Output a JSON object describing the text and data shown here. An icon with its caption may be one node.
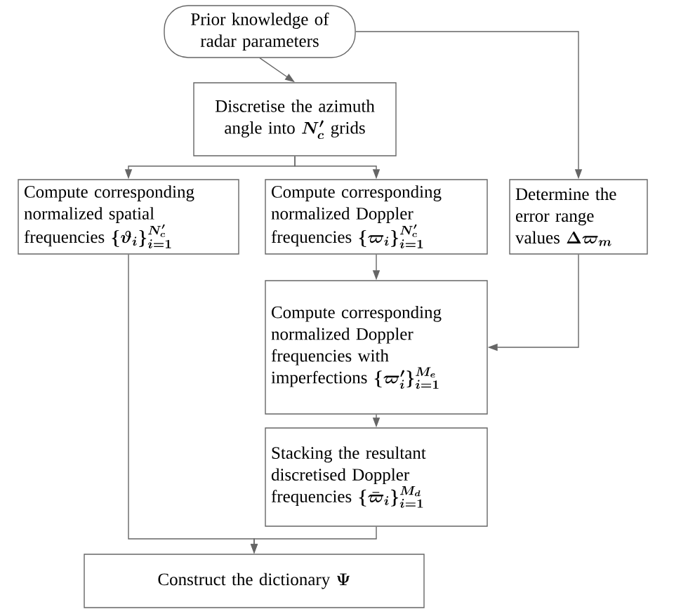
{
  "diagram": {
    "nodes": [
      {
        "text": [
          "Prior knowledge of radar parameters"
        ]
      },
      {
        "text": [
          "Discretise the azimuth angle into",
          "N'_c",
          "grids"
        ]
      },
      {
        "text": [
          "Compute corresponding normalized spatial frequencies",
          "\\{\\vartheta_i\\}_{i=1}^{N'_c}"
        ]
      },
      {
        "text": [
          "Compute corresponding normalized Doppler frequencies",
          "\\{\\varpi_i\\}_{i=1}^{N'_c}"
        ]
      },
      {
        "text": [
          "Determine the error range values",
          "\\Delta\\varpi_m"
        ]
      },
      {
        "text": [
          "Compute corresponding normalized Doppler frequencies with imperfections",
          "\\{\\varpi'_i\\}_{i=1}^{M_e}"
        ]
      },
      {
        "text": [
          "Stacking the resultant discretised Doppler frequencies",
          "\\{\\bar{\\varpi}_i\\}_{i=1}^{M_d}"
        ]
      },
      {
        "text": [
          "Construct the dictionary",
          "\\Psi"
        ]
      }
    ],
    "edges": [
      {
        "from": 0,
        "to": 1,
        "arrow": "to"
      },
      {
        "from": 1,
        "to": 2,
        "arrow": "to"
      },
      {
        "from": 1,
        "to": 3,
        "arrow": "to"
      },
      {
        "from": 0,
        "to": 4,
        "arrow": "to"
      },
      {
        "from": 3,
        "to": 5,
        "arrow": "to"
      },
      {
        "from": 4,
        "to": 5,
        "arrow": "to"
      },
      {
        "from": 5,
        "to": 6,
        "arrow": "to"
      },
      {
        "from": 2,
        "to": 7,
        "arrow": "to"
      },
      {
        "from": 6,
        "to": 7,
        "arrow": "to"
      }
    ]
  }
}
